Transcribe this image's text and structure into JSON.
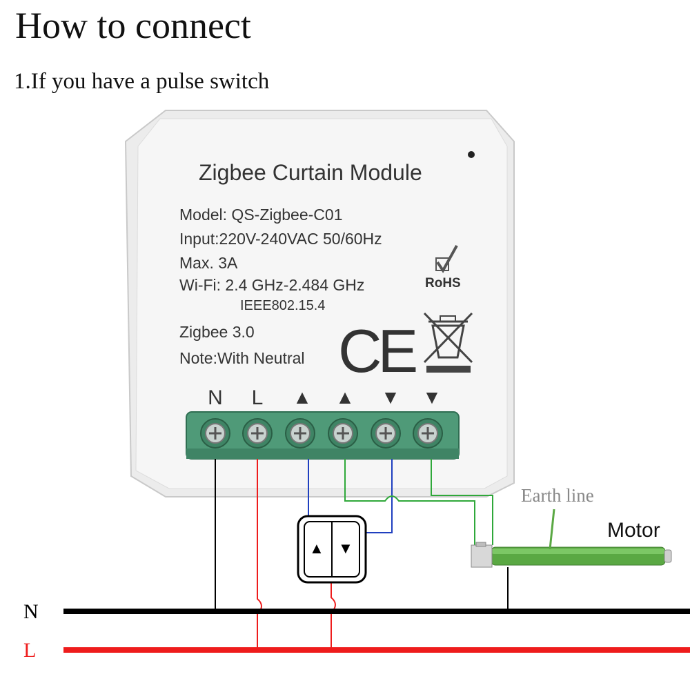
{
  "heading": {
    "title": "How to connect",
    "subtitle": "1.If you have a pulse switch"
  },
  "module": {
    "name": "Zigbee Curtain Module",
    "specs": [
      "Model: QS-Zigbee-C01",
      "Input:220V-240VAC 50/60Hz",
      "Max. 3A",
      "Wi-Fi: 2.4 GHz-2.484 GHz",
      "IEEE802.15.4",
      "Zigbee 3.0",
      "Note:With Neutral"
    ],
    "rohs": "RoHS",
    "ce_mark": "CE",
    "terminals": [
      "N",
      "L",
      "▲",
      "▲",
      "▼",
      "▼"
    ]
  },
  "switch": {
    "up_symbol": "▲",
    "down_symbol": "▼"
  },
  "motor": {
    "label": "Motor",
    "earth_label": "Earth line"
  },
  "lines": {
    "neutral": "N",
    "live": "L"
  },
  "colors": {
    "live": "#ee1c1c",
    "neutral": "#000000",
    "up_wire": "#1f3fbf",
    "down_wire": "#2fa83a",
    "terminal_block": "#4f9a78",
    "module_body": "#ececec",
    "motor_tube": "#5aa843"
  },
  "icons": [
    "check-mark-icon",
    "crossed-bin-icon",
    "ce-mark-icon",
    "screw-icon"
  ]
}
